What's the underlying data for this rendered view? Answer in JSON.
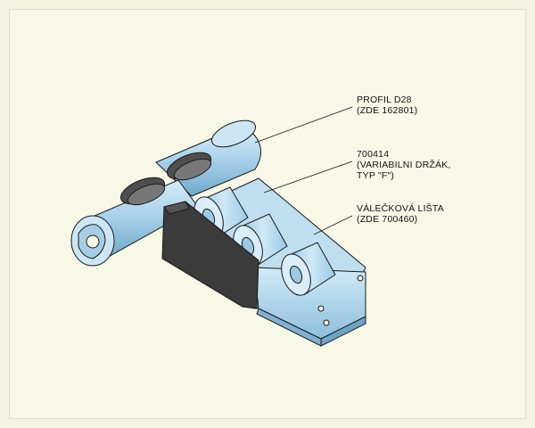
{
  "callouts": {
    "profile": {
      "line1": "PROFIL D28",
      "line2": "(ZDE 162801)"
    },
    "holder": {
      "line1": "700414",
      "line2": "(VARIABILNI DRŽÁK,",
      "line3": "TYP \"F\")"
    },
    "rail": {
      "line1": "VÁLEČKOVÁ LIŠTA",
      "line2": "(ZDE 700460)"
    }
  },
  "colors": {
    "background": "#f8f8e6",
    "tube": "#a9d2ea",
    "tube_shadow": "#7fb4d6",
    "holder": "#3a3a3a",
    "collar": "#5a5a5a",
    "rail": "#b8dcf0",
    "roller": "#b5dbf1",
    "outline": "#1a1a1a"
  }
}
